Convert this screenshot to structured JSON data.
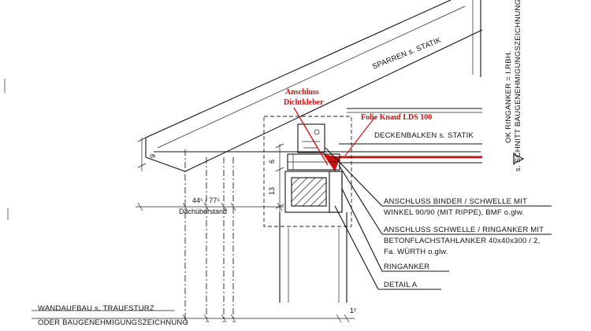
{
  "labels": {
    "sparren": "SPARREN s. STATIK",
    "deckenbalken": "DECKENBALKEN s. STATIK",
    "anschluss_line1": "Anschluss",
    "anschluss_line2": "Dichtkleber",
    "folie": "Folie Knauf LDS 100",
    "binder_1": "ANSCHLUSS BINDER / SCHWELLE MIT",
    "binder_2": "WINKEL 90/90 (MIT RIPPE), BMF o.glw.",
    "schwelle_1": "ANSCHLUSS SCHWELLE / RINGANKER MIT",
    "schwelle_2": "BETONFLACHSTAHLANKER 40x40x300 / 2,",
    "schwelle_3": "Fa. WÜRTH o.glw.",
    "ringanker": "RINGANKER",
    "detail": "DETAIL A",
    "wandaufbau_1": "WANDAUFBAU s. TRAUFSTURZ",
    "wandaufbau_2": "ODER BAUGENEHMIGUNGSZEICHNUNG",
    "vertical_1": "OK RINGANKER = I.RBH.",
    "vertical_2": "s. SCHNITT BAUGENEHMIGUNGSZEICHNUNG",
    "dachueberstand": "Dachüberstand",
    "dim_overhang": "44⁵ / 77⁵",
    "dim_9": "9",
    "dim_6": "6",
    "dim_13": "13",
    "dim_12": "1²"
  },
  "colors": {
    "line": "#111111",
    "annotation_red": "#cc1010"
  }
}
